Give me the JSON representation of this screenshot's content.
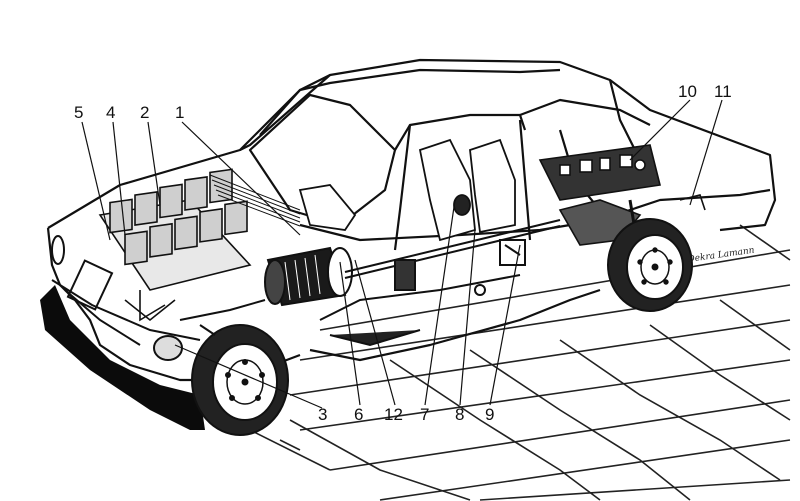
{
  "diagram": {
    "callouts": [
      {
        "id": "1",
        "label": "1"
      },
      {
        "id": "2",
        "label": "2"
      },
      {
        "id": "3",
        "label": "3"
      },
      {
        "id": "4",
        "label": "4"
      },
      {
        "id": "5",
        "label": "5"
      },
      {
        "id": "6",
        "label": "6"
      },
      {
        "id": "7",
        "label": "7"
      },
      {
        "id": "8",
        "label": "8"
      },
      {
        "id": "9",
        "label": "9"
      },
      {
        "id": "10",
        "label": "10"
      },
      {
        "id": "11",
        "label": "11"
      },
      {
        "id": "12",
        "label": "12"
      }
    ],
    "artist_signature": "Dekra Lamann"
  }
}
